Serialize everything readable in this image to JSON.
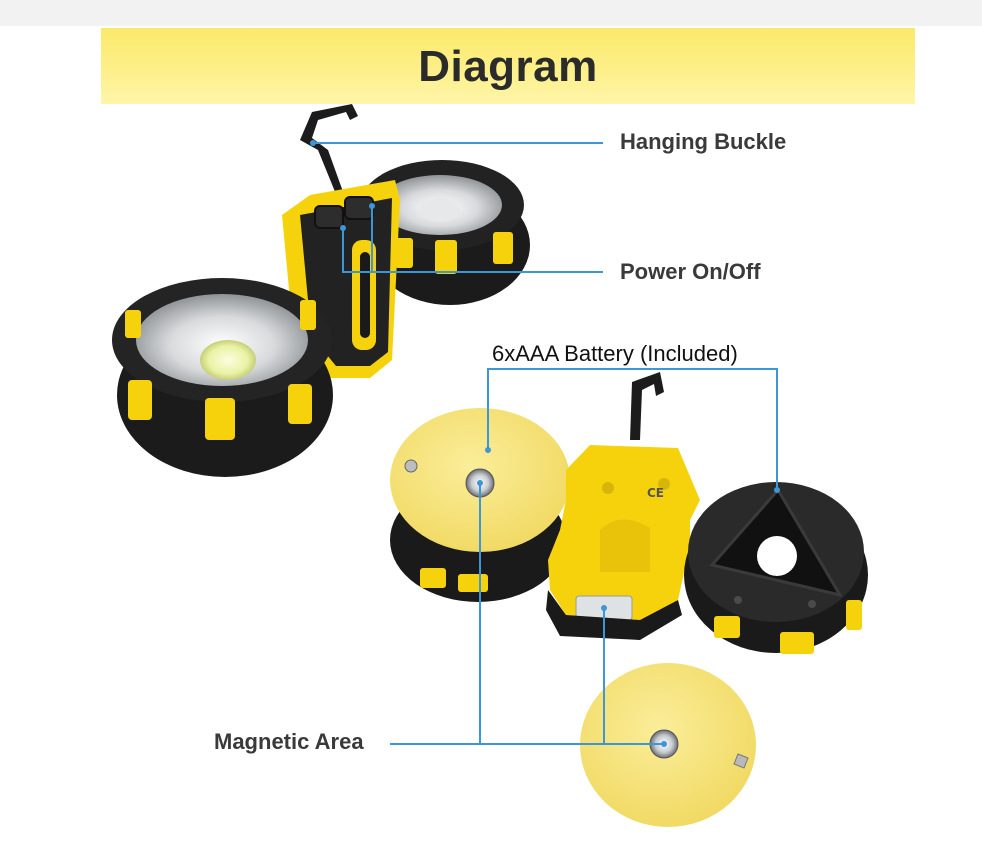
{
  "title": "Diagram",
  "callouts": {
    "hanging_buckle": "Hanging Buckle",
    "power": "Power On/Off",
    "battery": "6xAAA Battery (Included)",
    "magnetic": "Magnetic Area"
  },
  "colors": {
    "banner": "#fcec78",
    "leader": "#3d96d6",
    "body_yellow": "#f5d20c",
    "rubber_black": "#1a1a1a",
    "cover_yellow": "#f9e777"
  },
  "icons": {
    "ce_mark": "CE"
  }
}
